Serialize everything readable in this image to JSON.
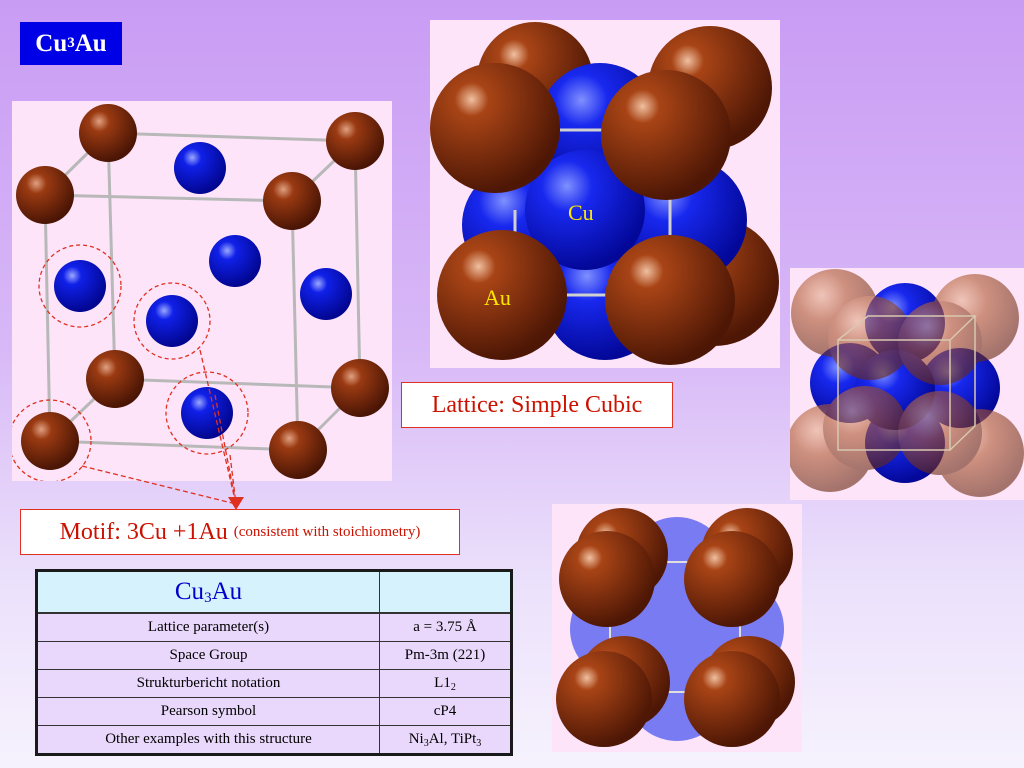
{
  "slide": {
    "title_base": "Cu",
    "title_sub": "3",
    "title_end": "Au"
  },
  "labels": {
    "lattice": "Lattice: Simple Cubic",
    "motif_main": "Motif: 3Cu +1Au",
    "motif_note": "(consistent with stoichiometry)",
    "cu": "Cu",
    "au": "Au"
  },
  "table": {
    "header": {
      "base": "Cu",
      "sub": "3",
      "end": "Au",
      "value": ""
    },
    "rows": [
      {
        "label": "Lattice parameter(s)",
        "value": "a = 3.75 Å"
      },
      {
        "label": "Space Group",
        "value": "Pm-3m (221)"
      },
      {
        "label": "Strukturbericht notation",
        "value_base": "L1",
        "value_sub": "2"
      },
      {
        "label": "Pearson symbol",
        "value": "cP4"
      },
      {
        "label": "Other examples with this structure",
        "value_parts": [
          "Ni",
          "3",
          "Al, TiPt",
          "3"
        ]
      }
    ]
  },
  "colors": {
    "au_atom": "#7a2a0a",
    "cu_atom": "#0a10e0",
    "accent_red": "#e03020",
    "title_bg": "#0000e6"
  }
}
